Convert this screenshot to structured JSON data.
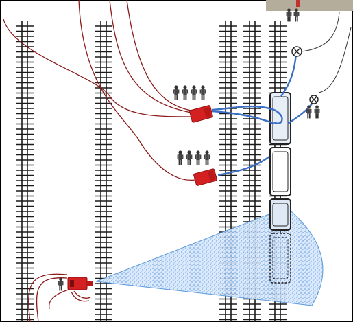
{
  "colors": {
    "background": "#ffffff",
    "frame_border": "#000000",
    "track": "#1a1a1a",
    "hose_red": "#8b1a1a",
    "hose_blue": "#3a6fc4",
    "water_spray": "#4a8fd8",
    "fire_engine": "#d42020",
    "railcar_outline": "#222222",
    "railcar_fill": "#e8eef6",
    "figure": "#333333",
    "photo_inset": "#b5ad9c"
  },
  "icons": {
    "nozzle": "circle-cross-icon",
    "personnel": "firefighter-figure-icon",
    "vehicle": "fire-engine-icon",
    "railcar": "railcar-icon",
    "spray": "water-spray-cone-icon"
  },
  "groups": {
    "top": {
      "personnel_count": 2
    },
    "engine_1": {
      "personnel_count": 4
    },
    "engine_2": {
      "personnel_count": 4
    },
    "right": {
      "personnel_count": 2
    },
    "monitor": {
      "personnel_count": 1
    }
  },
  "tracks": {
    "count": 5
  },
  "railcars": {
    "count": 4
  },
  "nozzles": {
    "count": 2
  }
}
